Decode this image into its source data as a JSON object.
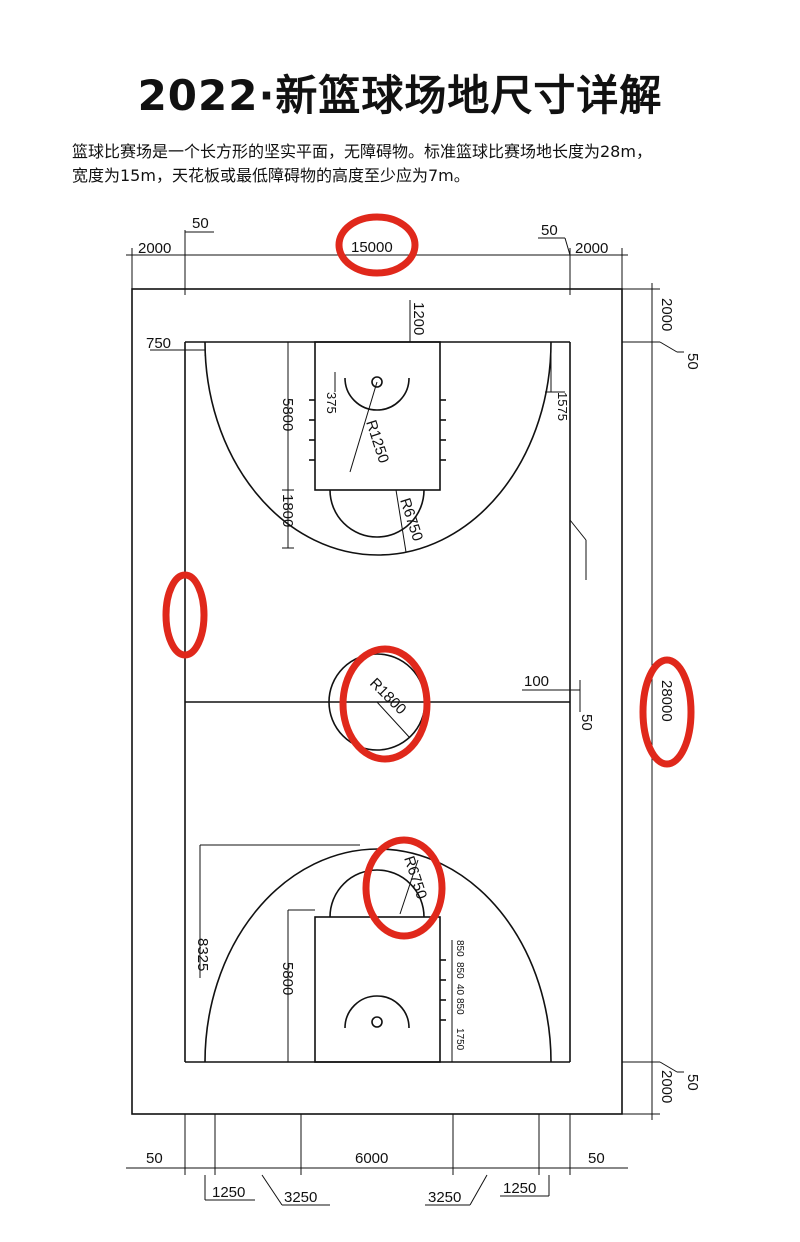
{
  "title": "2022·新篮球场地尺寸详解",
  "intro": {
    "line1": "篮球比赛场是一个长方形的坚实平面，无障碍物。标准篮球比赛场地长度为28m，",
    "line2": "宽度为15m，天花板或最低障碍物的高度至少应为7m。"
  },
  "dims": {
    "top_2000_left": "2000",
    "top_50_left": "50",
    "top_15000": "15000",
    "top_50_right": "50",
    "top_2000_right": "2000",
    "right_2000_top": "2000",
    "right_50_top": "50",
    "right_28000": "28000",
    "right_50_bottom": "50",
    "right_2000_bottom": "2000",
    "key_1200": "1200",
    "left_750": "750",
    "key_5800_top": "5800",
    "r_375": "375",
    "r_1250": "R1250",
    "r_1575": "1575",
    "key_1800": "1800",
    "r_6750_top": "R6750",
    "r_1800": "R1800",
    "mid_100": "100",
    "mid_50": "50",
    "r_6750_bottom": "R6750",
    "arc_8325": "8325",
    "key_5800_bottom": "5800",
    "lane_850_a": "850",
    "lane_850_b": "850",
    "lane_40": "40",
    "lane_850_c": "850",
    "lane_1750": "1750",
    "bottom_50_left": "50",
    "bottom_6000": "6000",
    "bottom_50_right": "50",
    "bottom_1250_left": "1250",
    "bottom_3250_left": "3250",
    "bottom_3250_right": "3250",
    "bottom_1250_right": "1250"
  },
  "colors": {
    "line": "#111111",
    "highlight": "#e0281b",
    "background": "#ffffff"
  }
}
